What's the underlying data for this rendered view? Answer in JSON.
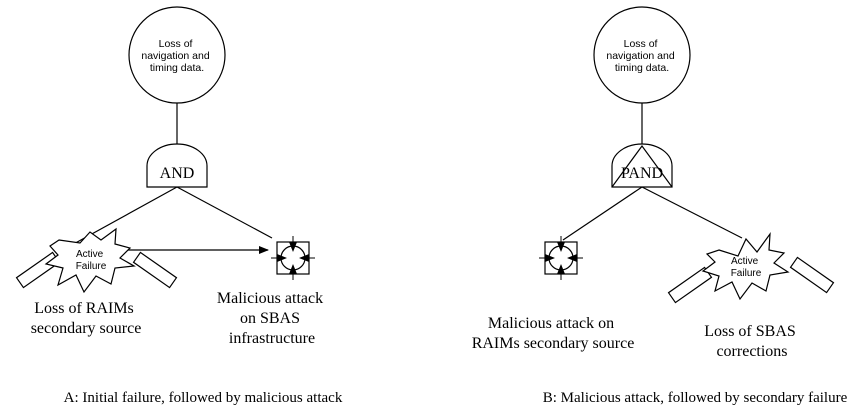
{
  "diagram_a": {
    "top_event": [
      "Loss of",
      "navigation and",
      "timing data."
    ],
    "gate_label": "AND",
    "active_failure": [
      "Active",
      "Failure"
    ],
    "left_event": [
      "Loss of RAIMs",
      "secondary source"
    ],
    "right_event": [
      "Malicious attack",
      "on SBAS",
      "infrastructure"
    ],
    "caption": "A: Initial failure, followed by malicious attack"
  },
  "diagram_b": {
    "top_event": [
      "Loss of",
      "navigation and",
      "timing data."
    ],
    "gate_label": "PAND",
    "active_failure": [
      "Active",
      "Failure"
    ],
    "left_event": [
      "Malicious attack on",
      "RAIMs secondary source"
    ],
    "right_event": [
      "Loss of SBAS",
      "corrections"
    ],
    "caption": "B: Malicious attack, followed by secondary failure"
  },
  "colors": {
    "stroke": "#000000",
    "background": "#ffffff"
  }
}
